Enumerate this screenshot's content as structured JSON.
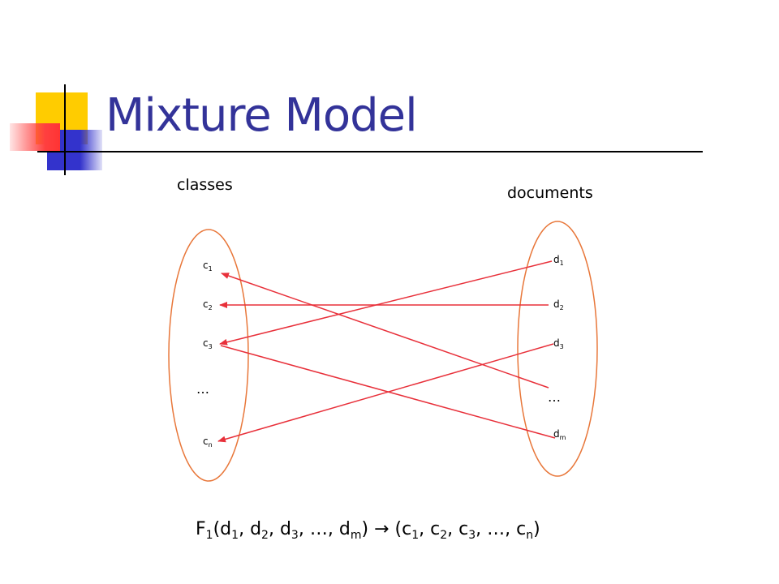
{
  "slide": {
    "title": "Mixture Model",
    "classes_label": "classes",
    "documents_label": "documents",
    "colors": {
      "title": "#333399",
      "ellipse": "#E8773A",
      "arrow": "#E8303A",
      "deco_yellow": "#FFCC00",
      "deco_blue": "#3333CC",
      "deco_red": "#FF3333"
    }
  },
  "classes": [
    {
      "base": "c",
      "sub": "1"
    },
    {
      "base": "c",
      "sub": "2"
    },
    {
      "base": "c",
      "sub": "3"
    },
    {
      "base": "c",
      "sub": "n"
    }
  ],
  "classes_ellipsis": "…",
  "documents": [
    {
      "base": "d",
      "sub": "1"
    },
    {
      "base": "d",
      "sub": "2"
    },
    {
      "base": "d",
      "sub": "3"
    },
    {
      "base": "d",
      "sub": "m"
    }
  ],
  "documents_ellipsis": "…",
  "mappings": [
    {
      "from": "ellipsis",
      "to": "c1"
    },
    {
      "from": "d2",
      "to": "c2"
    },
    {
      "from": "d1",
      "to": "c3"
    },
    {
      "from": "dm",
      "to": "c3"
    },
    {
      "from": "d3",
      "to": "cn"
    }
  ],
  "formula": {
    "f": "F",
    "f_sub": "1",
    "open": "(",
    "d": "d",
    "d1_sub": "1",
    "d2_sub": "2",
    "d3_sub": "3",
    "dm_sub": "m",
    "comma": ", ",
    "ellipsis": "…",
    "close": ")",
    "arrow": "→",
    "c": "c",
    "c1_sub": "1",
    "c2_sub": "2",
    "c3_sub": "3",
    "cn_sub": "n"
  }
}
